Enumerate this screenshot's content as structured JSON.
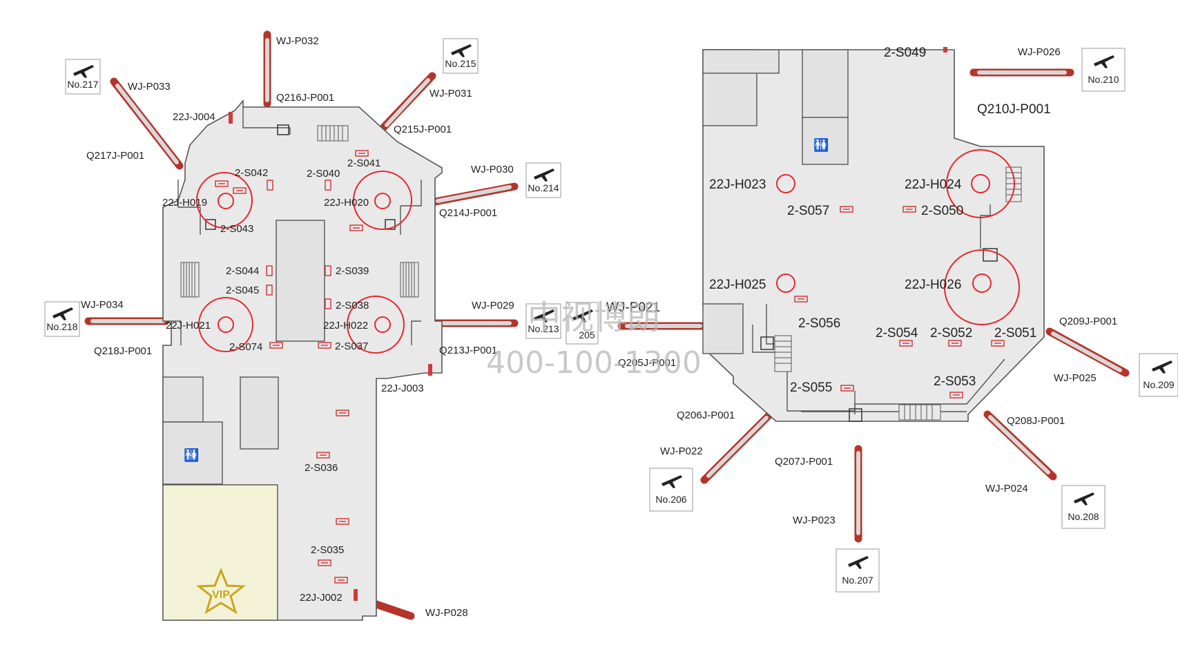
{
  "colors": {
    "floor": "#e9e9e9",
    "wall": "#555555",
    "bridge_red": "#b5342a",
    "bridge_fill": "#d8d8d8",
    "highlight_circle": "#e8262c",
    "ad_mark": "#d23b3b",
    "vip_fill": "#f4f2d6",
    "vip_star": "#c9a520"
  },
  "icons": {
    "gate_icon": "airplane-departure-icon",
    "restroom_icon": "restroom-icon",
    "stairs_icon": "stairs-icon",
    "elevator_icon": "elevator-icon"
  },
  "vip_label": "VIP",
  "watermark": {
    "line1": "中视博朗",
    "line2": "400-100-1300"
  },
  "gates": {
    "g217": "No.217",
    "g215": "No.215",
    "g214": "No.214",
    "g218": "No.218",
    "g213": "No.213",
    "g205": "205",
    "g210": "No.210",
    "g209": "No.209",
    "g206": "No.206",
    "g207": "No.207",
    "g208": "No.208"
  },
  "left": {
    "labels": {
      "wj_p032": "WJ-P032",
      "wj_p033": "WJ-P033",
      "wj_p031": "WJ-P031",
      "q216": "Q216J-P001",
      "j004": "22J-J004",
      "q215": "Q215J-P001",
      "q217": "Q217J-P001",
      "s042": "2-S042",
      "s040": "2-S040",
      "s041": "2-S041",
      "wj_p030": "WJ-P030",
      "h019": "22J-H019",
      "h020": "22J-H020",
      "q214": "Q214J-P001",
      "s043": "2-S043",
      "s044": "2-S044",
      "s039": "2-S039",
      "s045": "2-S045",
      "wj_p034": "WJ-P034",
      "s038": "2-S038",
      "wj_p029": "WJ-P029",
      "h021": "22J-H021",
      "h022": "22J-H022",
      "s074": "2-S074",
      "s037": "2-S037",
      "q218": "Q218J-P001",
      "q213": "Q213J-P001",
      "j003": "22J-J003",
      "s036": "2-S036",
      "s035": "2-S035",
      "j002": "22J-J002",
      "wj_p028": "WJ-P028"
    }
  },
  "right": {
    "labels": {
      "s049": "2-S049",
      "wj_p026": "WJ-P026",
      "q210": "Q210J-P001",
      "h023": "22J-H023",
      "h024": "22J-H024",
      "s057": "2-S057",
      "s050": "2-S050",
      "h025": "22J-H025",
      "h026": "22J-H026",
      "wj_p021": "WJ-P021",
      "s056": "2-S056",
      "q209": "Q209J-P001",
      "s054": "2-S054",
      "s052": "2-S052",
      "s051": "2-S051",
      "q205": "Q205J-P001",
      "wj_p025": "WJ-P025",
      "s055": "2-S055",
      "s053": "2-S053",
      "q206": "Q206J-P001",
      "q208": "Q208J-P001",
      "wj_p022": "WJ-P022",
      "q207": "Q207J-P001",
      "wj_p024": "WJ-P024",
      "wj_p023": "WJ-P023"
    }
  }
}
